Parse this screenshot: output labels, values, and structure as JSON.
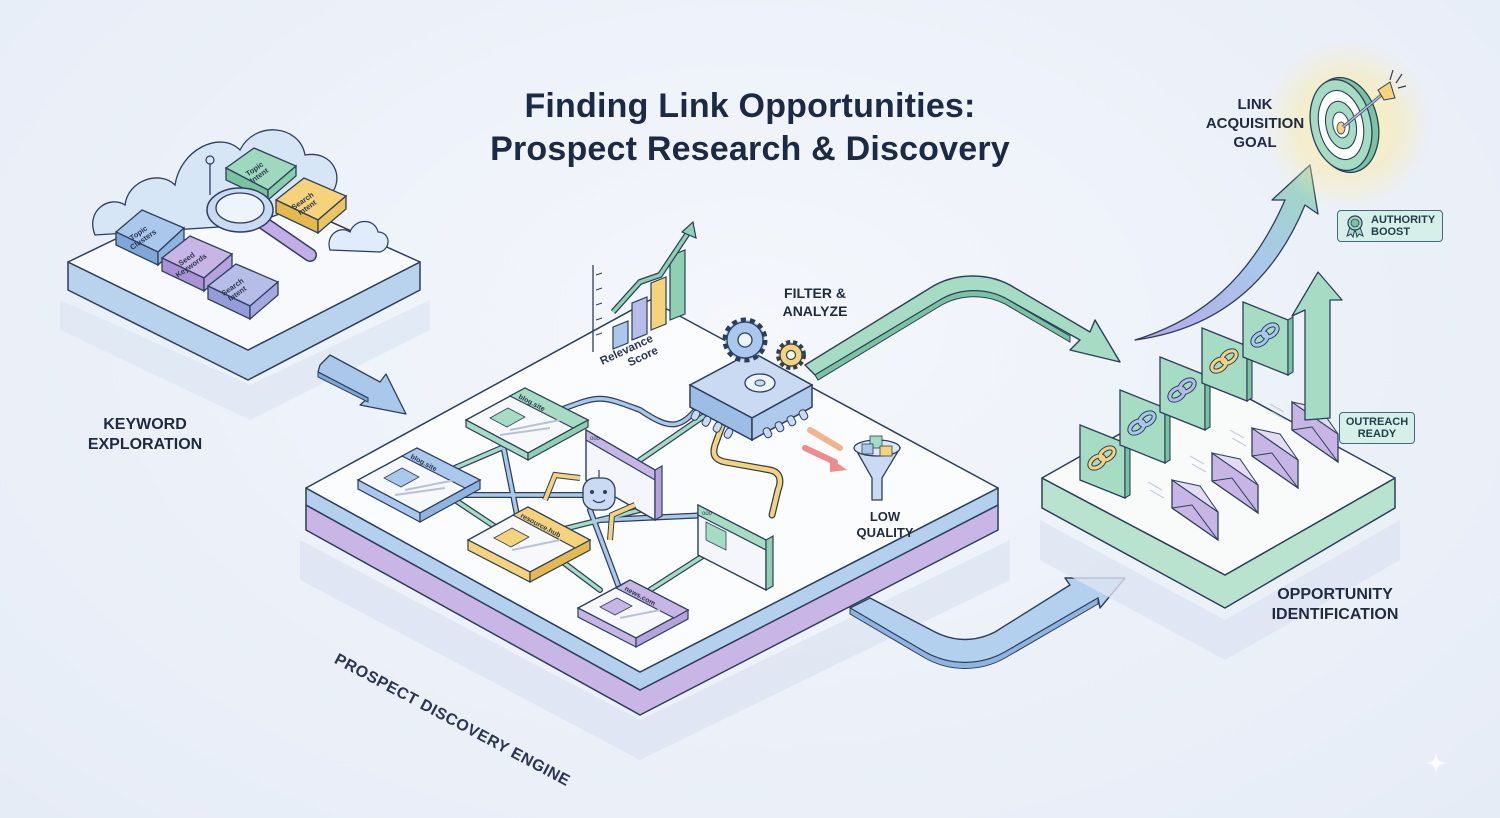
{
  "title": {
    "line1": "Finding Link Opportunities:",
    "line2": "Prospect Research & Discovery"
  },
  "stages": {
    "keyword": {
      "label_line1": "Keyword",
      "label_line2": "Exploration",
      "tiles": [
        {
          "line1": "Topic",
          "line2": "Clusters",
          "color": "#a9c8ec"
        },
        {
          "line1": "Seed",
          "line2": "Keywords",
          "color": "#c7b5e6"
        },
        {
          "line1": "Search",
          "line2": "Intent",
          "color": "#b7bde9"
        },
        {
          "line1": "Topic",
          "line2": "Intent",
          "color": "#9fd9bd"
        },
        {
          "line1": "Search",
          "line2": "Intent",
          "color": "#f5d37a"
        }
      ],
      "icon": "magnifier-icon"
    },
    "engine": {
      "label": "Prospect Discovery Engine",
      "sites": [
        {
          "name": "blog.site",
          "color": "#a7d8c0"
        },
        {
          "name": "blog.site",
          "color": "#a9c8ec"
        },
        {
          "name": "resource.hub",
          "color": "#f5d37a"
        },
        {
          "name": "news.com",
          "color": "#c7b5e6"
        }
      ],
      "browser_dots": "ooo",
      "relevance": {
        "label_line1": "Relevance",
        "label_line2": "Score",
        "bars": [
          {
            "height": 30,
            "color": "#a9c8ec"
          },
          {
            "height": 50,
            "color": "#b7bde9"
          },
          {
            "height": 65,
            "color": "#f5d37a"
          },
          {
            "height": 85,
            "color": "#8fd0b0"
          }
        ]
      },
      "filter": {
        "label_line1": "Filter &",
        "label_line2": "Analyze"
      },
      "low_quality": {
        "label_line1": "Low",
        "label_line2": "Quality"
      }
    },
    "opportunity": {
      "label_line1": "Opportunity",
      "label_line2": "Identification",
      "link_cards": 5,
      "envelopes": 4,
      "outreach_badge_line1": "Outreach",
      "outreach_badge_line2": "Ready"
    },
    "goal": {
      "label_line1": "Link",
      "label_line2": "Acquisition",
      "label_line3": "Goal",
      "authority_badge_line1": "Authority",
      "authority_badge_line2": "Boost"
    }
  },
  "colors": {
    "background": "#eef2f9",
    "text": "#1c2a44",
    "blue": "#a9c8ec",
    "purple": "#c7b5e6",
    "green": "#a7dcc4",
    "yellow": "#f5d37a",
    "outline": "#2c3e5c"
  }
}
